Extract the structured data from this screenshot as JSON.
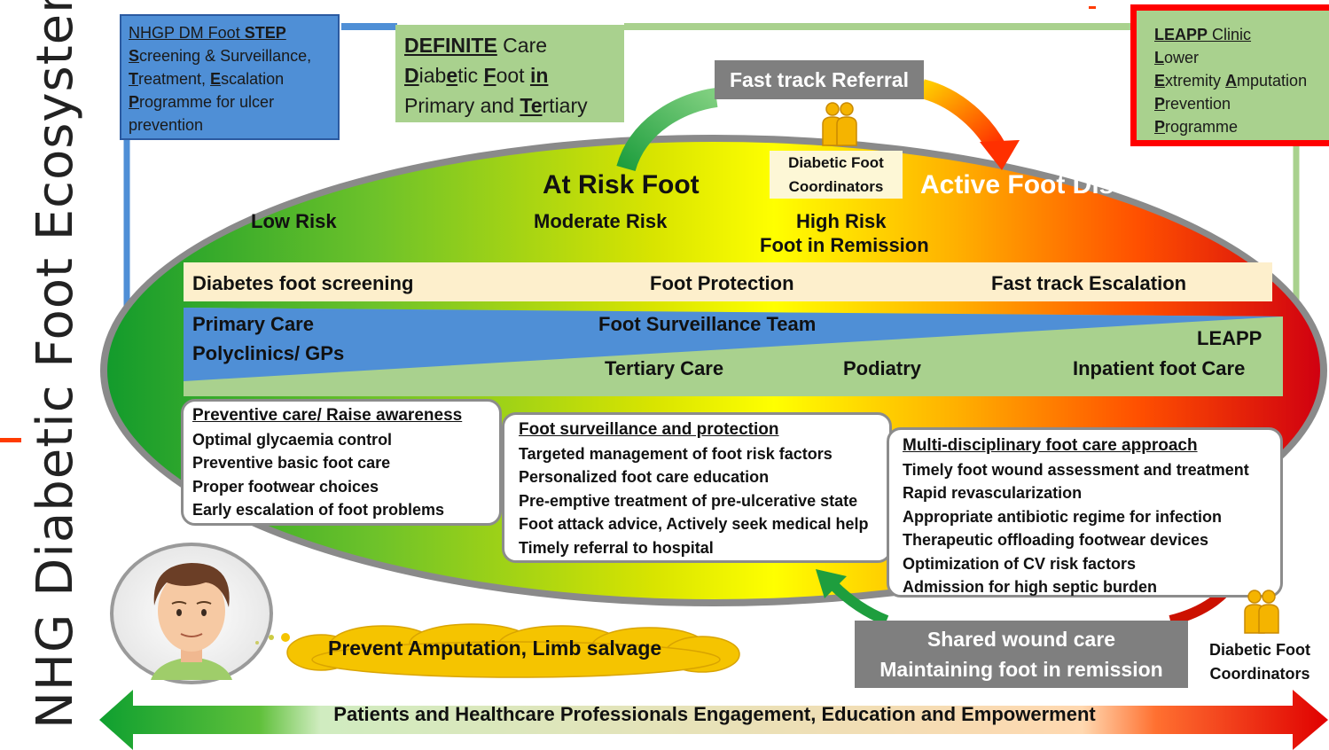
{
  "title": "NHG Diabetic Foot Ecosystem",
  "nhgp_box": {
    "lines": [
      {
        "parts": [
          {
            "t": "NHGP DM Foot ",
            "u": true
          },
          {
            "t": "STEP",
            "u": true,
            "b": true
          }
        ]
      },
      {
        "parts": [
          {
            "t": "S",
            "u": true,
            "b": true
          },
          {
            "t": "creening & Surveillance,"
          }
        ]
      },
      {
        "parts": [
          {
            "t": "T",
            "u": true,
            "b": true
          },
          {
            "t": "reatment, "
          },
          {
            "t": "E",
            "u": true,
            "b": true
          },
          {
            "t": "scalation"
          }
        ]
      },
      {
        "parts": [
          {
            "t": "P",
            "u": true,
            "b": true
          },
          {
            "t": "rogramme for ulcer"
          }
        ]
      },
      {
        "parts": [
          {
            "t": "prevention"
          }
        ]
      }
    ]
  },
  "definite_box": {
    "lines": [
      {
        "parts": [
          {
            "t": "DEFINITE",
            "u": true,
            "b": true
          },
          {
            "t": " Care"
          }
        ]
      },
      {
        "parts": [
          {
            "t": "D",
            "u": true,
            "b": true
          },
          {
            "t": "iab"
          },
          {
            "t": "e",
            "u": true,
            "b": true
          },
          {
            "t": "tic "
          },
          {
            "t": "F",
            "u": true,
            "b": true
          },
          {
            "t": "oot "
          },
          {
            "t": "in",
            "u": true,
            "b": true
          }
        ]
      },
      {
        "parts": [
          {
            "t": "Primary and "
          },
          {
            "t": "Te",
            "u": true,
            "b": true
          },
          {
            "t": "rtiary"
          }
        ]
      }
    ]
  },
  "leapp_box": {
    "lines": [
      {
        "parts": [
          {
            "t": "LEAPP",
            "u": true,
            "b": true
          },
          {
            "t": " Clinic",
            "u": true
          }
        ]
      },
      {
        "parts": [
          {
            "t": "L",
            "u": true,
            "b": true
          },
          {
            "t": "ower"
          }
        ]
      },
      {
        "parts": [
          {
            "t": "E",
            "u": true,
            "b": true
          },
          {
            "t": "xtremity "
          },
          {
            "t": "A",
            "u": true,
            "b": true
          },
          {
            "t": "mputation"
          }
        ]
      },
      {
        "parts": [
          {
            "t": "P",
            "u": true,
            "b": true
          },
          {
            "t": "revention"
          }
        ]
      },
      {
        "parts": [
          {
            "t": "P",
            "u": true,
            "b": true
          },
          {
            "t": "rogramme"
          }
        ]
      }
    ]
  },
  "fast_track_referral": "Fast track Referral",
  "coordinators_top": [
    "Diabetic Foot",
    "Coordinators"
  ],
  "stages": {
    "at_risk": "At Risk Foot",
    "active": "Active Foot Disease",
    "low": "Low Risk",
    "moderate": "Moderate Risk",
    "high": "High Risk",
    "remission": "Foot in Remission"
  },
  "band1": {
    "screening": "Diabetes foot screening",
    "protection": "Foot Protection",
    "escalation": "Fast track Escalation"
  },
  "band2": {
    "primary_care": "Primary Care",
    "polyclinics": "Polyclinics/ GPs",
    "surveillance": "Foot Surveillance Team",
    "leapp": "LEAPP",
    "tertiary": "Tertiary Care",
    "podiatry": "Podiatry",
    "inpatient": "Inpatient foot Care"
  },
  "card_preventive": {
    "heading": "Preventive care/ Raise awareness",
    "items": [
      "Optimal glycaemia control",
      "Preventive basic foot care",
      "Proper footwear choices",
      "Early escalation of foot problems"
    ]
  },
  "card_surveillance": {
    "heading": "Foot surveillance  and  protection",
    "items": [
      "Targeted management of  foot risk factors",
      "Personalized foot care education",
      "Pre-emptive treatment of pre-ulcerative state",
      "Foot attack advice, Actively seek medical help",
      "Timely referral to hospital"
    ]
  },
  "card_multidisciplinary": {
    "heading": "Multi-disciplinary  foot care approach",
    "items": [
      "Timely foot wound assessment and treatment",
      "Rapid revascularization",
      "Appropriate antibiotic regime for infection",
      "Therapeutic offloading footwear devices",
      "Optimization of CV risk factors",
      "Admission for high septic burden"
    ]
  },
  "cloud_text": "Prevent Amputation, Limb salvage",
  "shared_care": [
    "Shared wound care",
    "Maintaining foot in remission"
  ],
  "coordinators_bottom": [
    "Diabetic Foot",
    "Coordinators"
  ],
  "bottom_banner": "Patients and Healthcare Professionals Engagement, Education and Empowerment",
  "colors": {
    "green": "#1fa51f",
    "yellow": "#ffff00",
    "orange": "#ff8c00",
    "red": "#ee0000",
    "blue_box": "#4f8fd6",
    "light_green_box": "#a9d18e",
    "grey_box": "#7f7f7f",
    "leapp_border": "#ff0000"
  },
  "icons": [
    "people-icon",
    "person-avatar-icon",
    "thought-cloud-icon"
  ]
}
